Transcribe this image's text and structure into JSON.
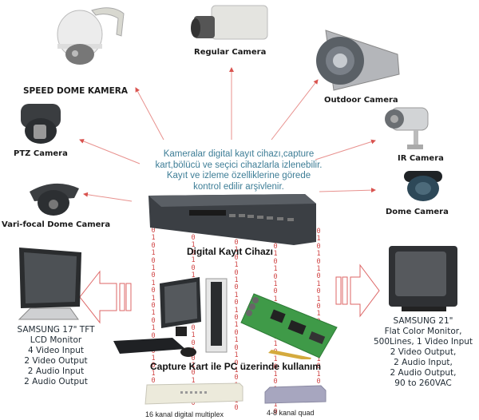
{
  "cameras": {
    "speed_dome": {
      "label": "SPEED DOME KAMERA"
    },
    "regular": {
      "label": "Regular Camera"
    },
    "outdoor": {
      "label": "Outdoor Camera"
    },
    "ptz": {
      "label": "PTZ Camera"
    },
    "ir": {
      "label": "IR Camera"
    },
    "varifocal_dome": {
      "label": "Vari-focal Dome Camera"
    },
    "dome": {
      "label": "Dome Camera"
    }
  },
  "center_description": {
    "lines": [
      "Kameralar digital kayıt cihazı,capture",
      "kart,bölücü ve seçici cihazlarla izlenebilir.",
      "Kayıt ve izleme özelliklerine görede",
      "kontrol edilir arşivlenir."
    ]
  },
  "dvr": {
    "label": "Digital Kayıt Cihazı"
  },
  "capture_card": {
    "label": "Capture Kart ile PC üzerinde kullanım"
  },
  "monitor_left": {
    "lines": [
      "SAMSUNG 17\" TFT",
      "LCD Monitor",
      "4 Video Input",
      "2 Video Output",
      "2 Audio Input",
      "2 Audio Output"
    ]
  },
  "monitor_right": {
    "lines": [
      "SAMSUNG 21\"",
      "Flat Color Monitor,",
      "500Lines, 1 Video Input",
      "2 Video Output,",
      "2 Audio Input,",
      "2 Audio Output,",
      "90 to 260VAC"
    ]
  },
  "multiplexer": {
    "label": "16 kanal digital multiplex"
  },
  "quad": {
    "label": "4-8 kanal quad"
  },
  "binary_stream": "0\n1\n0\n1\n0\n1\n0\n1\n0\n1\n0\n1\n0\n1\n0\n1\n0\n1\n0\n1\n0\n1\n0",
  "colors": {
    "arrow": "#d9534f",
    "description_text": "#3d7d96",
    "bits": "#d04545"
  }
}
